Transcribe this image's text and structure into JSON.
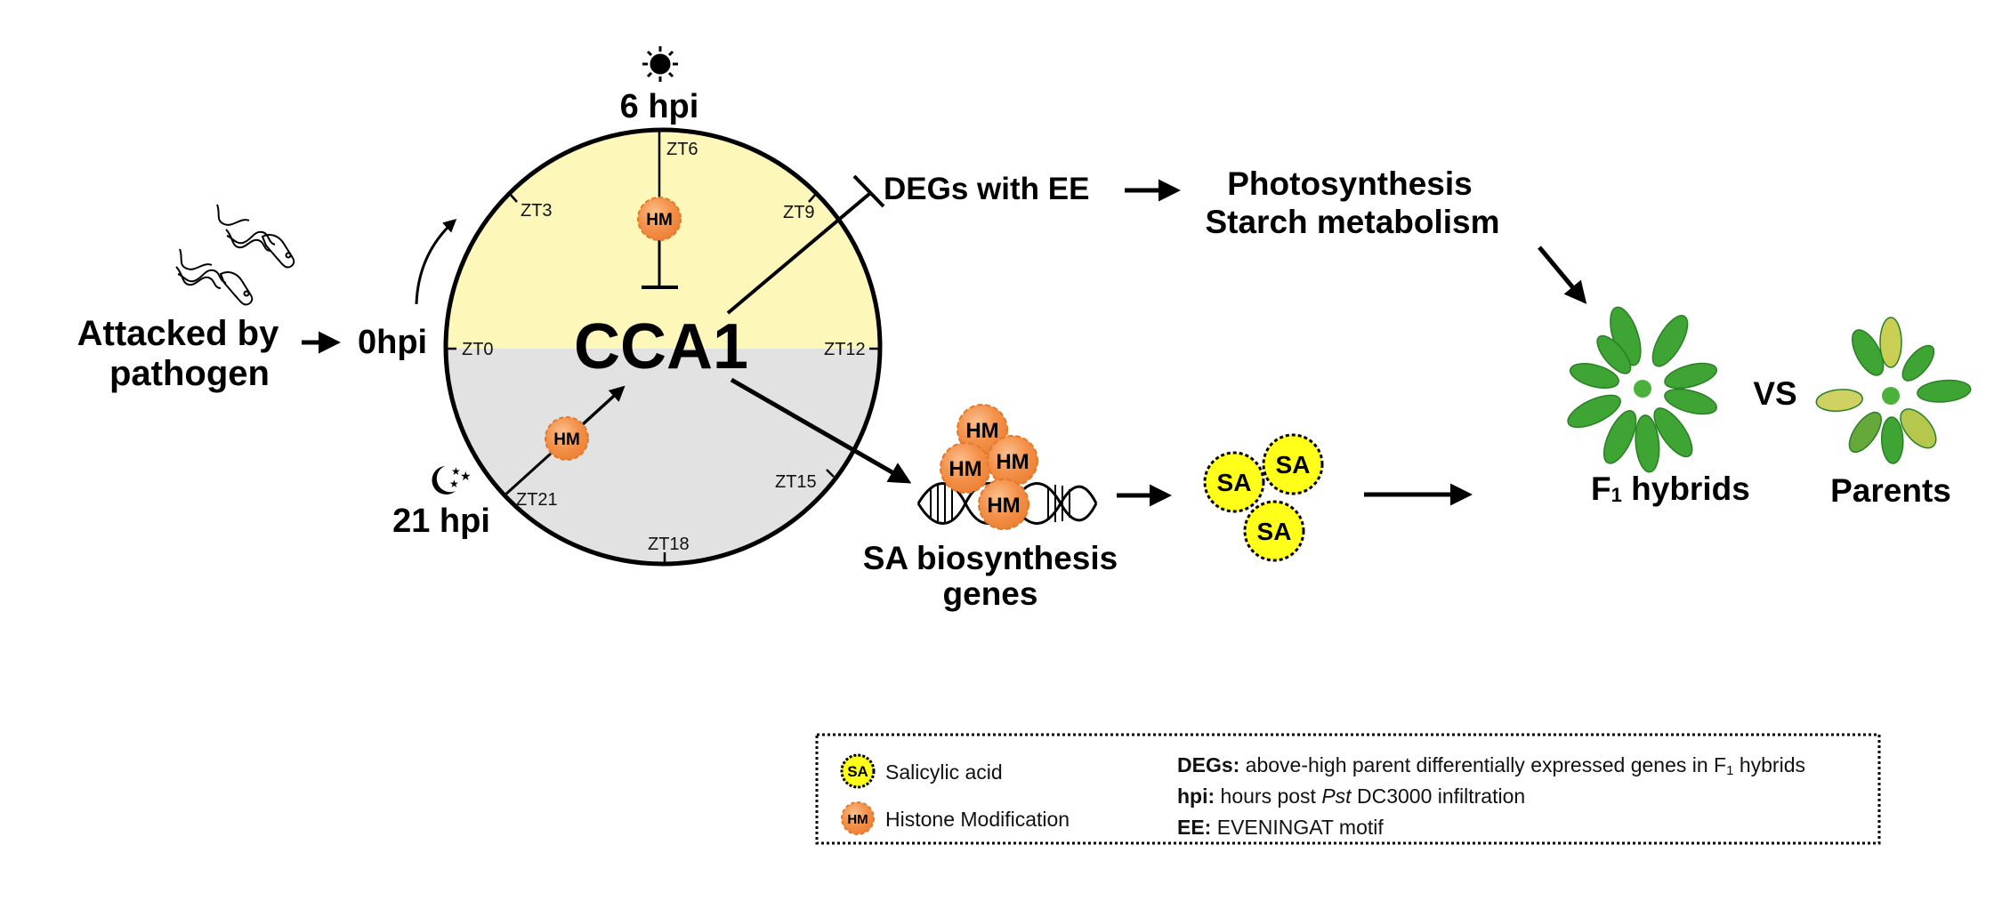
{
  "colors": {
    "day": "#fdf7b9",
    "night": "#e2e2e2",
    "hm_fill": "#f4914a",
    "hm_border": "#e07a2e",
    "sa_fill": "#ffff1a",
    "ink": "#000000",
    "leaf_green": "#3fa535",
    "leaf_dark": "#2c8a2a",
    "leaf_yellow": "#d9d96a"
  },
  "pathogen": {
    "icon": "bacteria-icon",
    "label_line1": "Attacked by",
    "label_line2": "pathogen"
  },
  "clock": {
    "center_label": "CCA1",
    "start_label": "0hpi",
    "day_time_label": "6 hpi",
    "night_time_label": "21 hpi",
    "day_icon": "sun-icon",
    "night_icon": "moon-stars-icon",
    "ticks": [
      {
        "id": "zt0",
        "label": "ZT0"
      },
      {
        "id": "zt3",
        "label": "ZT3"
      },
      {
        "id": "zt6",
        "label": "ZT6"
      },
      {
        "id": "zt9",
        "label": "ZT9"
      },
      {
        "id": "zt12",
        "label": "ZT12"
      },
      {
        "id": "zt15",
        "label": "ZT15"
      },
      {
        "id": "zt18",
        "label": "ZT18"
      },
      {
        "id": "zt21",
        "label": "ZT21"
      }
    ],
    "hm_label": "HM"
  },
  "pathway_top": {
    "degs_label": "DEGs with EE",
    "process_line1": "Photosynthesis",
    "process_line2": "Starch metabolism"
  },
  "pathway_bottom": {
    "hm_labels": [
      "HM",
      "HM",
      "HM",
      "HM"
    ],
    "genes_line1": "SA biosynthesis",
    "genes_line2": "genes",
    "sa_labels": [
      "SA",
      "SA",
      "SA"
    ]
  },
  "outcome": {
    "hybrid_label_main": "F",
    "hybrid_label_sub": "1",
    "hybrid_label_rest": " hybrids",
    "vs_label": "VS",
    "parents_label": "Parents"
  },
  "legend": {
    "items": [
      {
        "icon_text": "SA",
        "label": "Salicylic acid"
      },
      {
        "icon_text": "HM",
        "label": "Histone Modification"
      }
    ],
    "definitions": [
      {
        "term": "DEGs:",
        "text": " above-high parent differentially expressed genes in F",
        "sub": "1",
        "tail": " hybrids"
      },
      {
        "term": "hpi:",
        "text": " hours post ",
        "italic": "Pst",
        "tail": " DC3000 infiltration"
      },
      {
        "term": "EE:",
        "text": " EVENINGAT motif"
      }
    ]
  }
}
